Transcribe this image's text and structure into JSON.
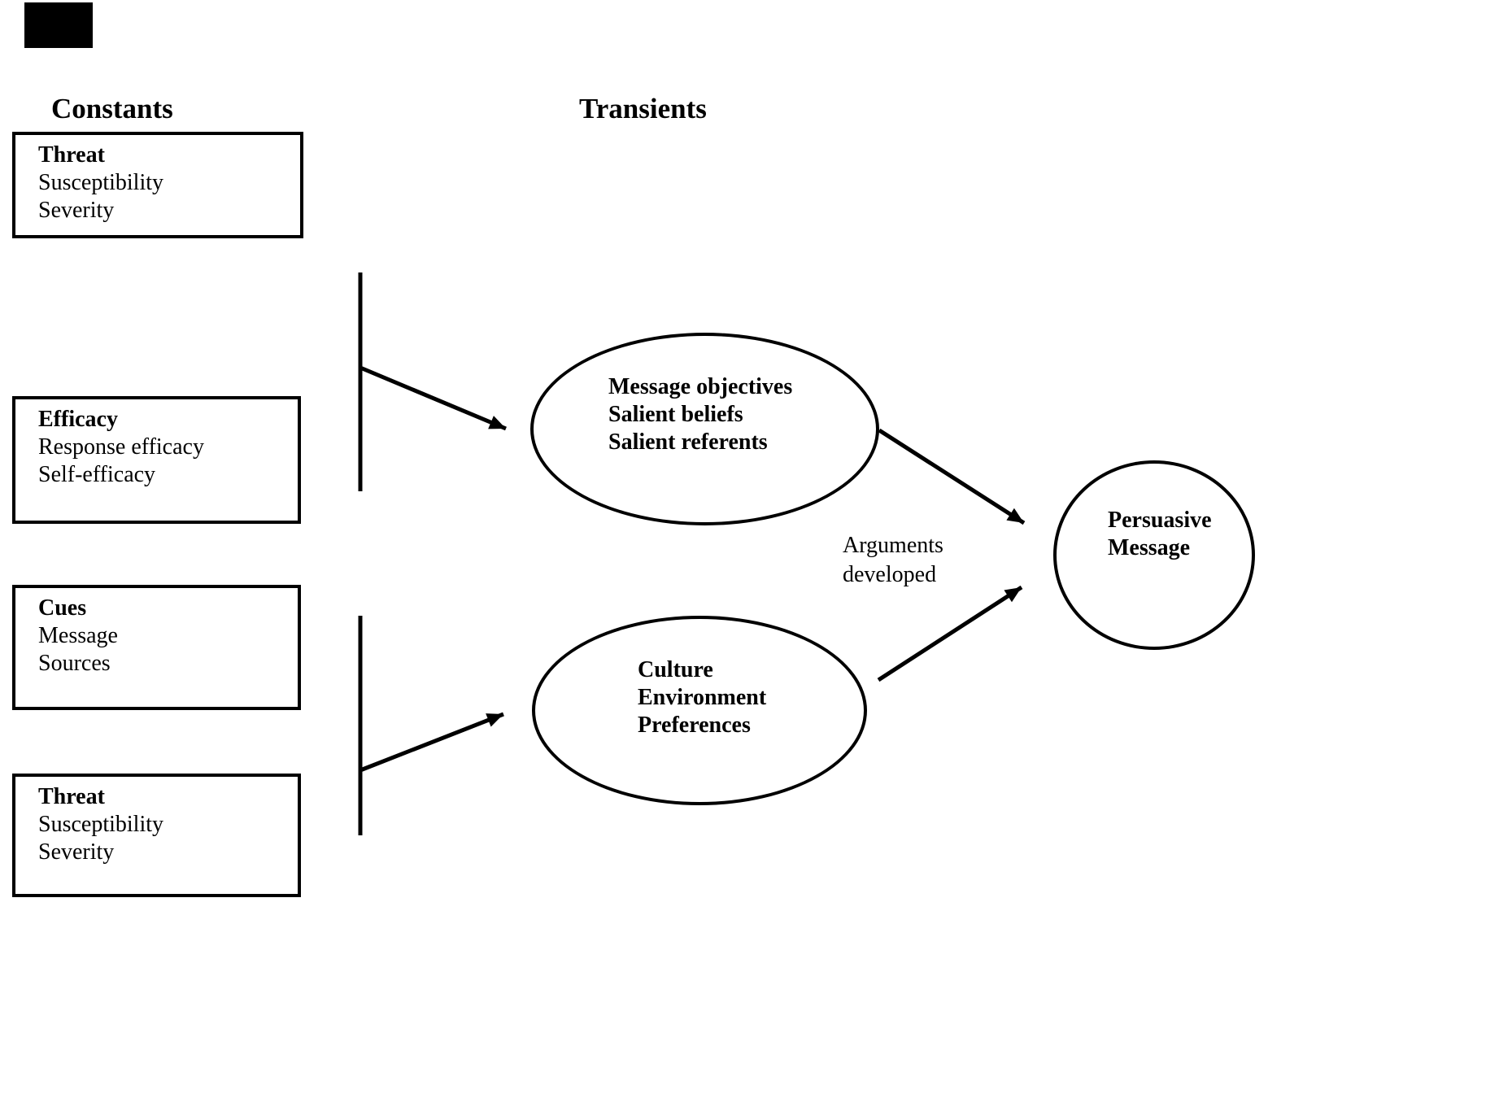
{
  "page": {
    "background_color": "#ffffff",
    "ink_color": "#000000"
  },
  "headings": {
    "constants": "Constants",
    "transients": "Transients"
  },
  "boxes": [
    {
      "title": "Threat",
      "lines": [
        "Susceptibility",
        "Severity"
      ]
    },
    {
      "title": "Efficacy",
      "lines": [
        "Response efficacy",
        "Self-efficacy"
      ]
    },
    {
      "title": "Cues",
      "lines": [
        "Message",
        "Sources"
      ]
    },
    {
      "title": "Threat",
      "lines": [
        "Susceptibility",
        "Severity"
      ]
    }
  ],
  "ellipses": [
    {
      "lines": [
        "Message objectives",
        "Salient beliefs",
        "Salient referents"
      ]
    },
    {
      "lines": [
        "Culture",
        "Environment",
        "Preferences"
      ]
    }
  ],
  "circle": {
    "lines": [
      "Persuasive",
      "Message"
    ]
  },
  "annotation": {
    "lines": [
      "Arguments",
      "developed"
    ]
  }
}
